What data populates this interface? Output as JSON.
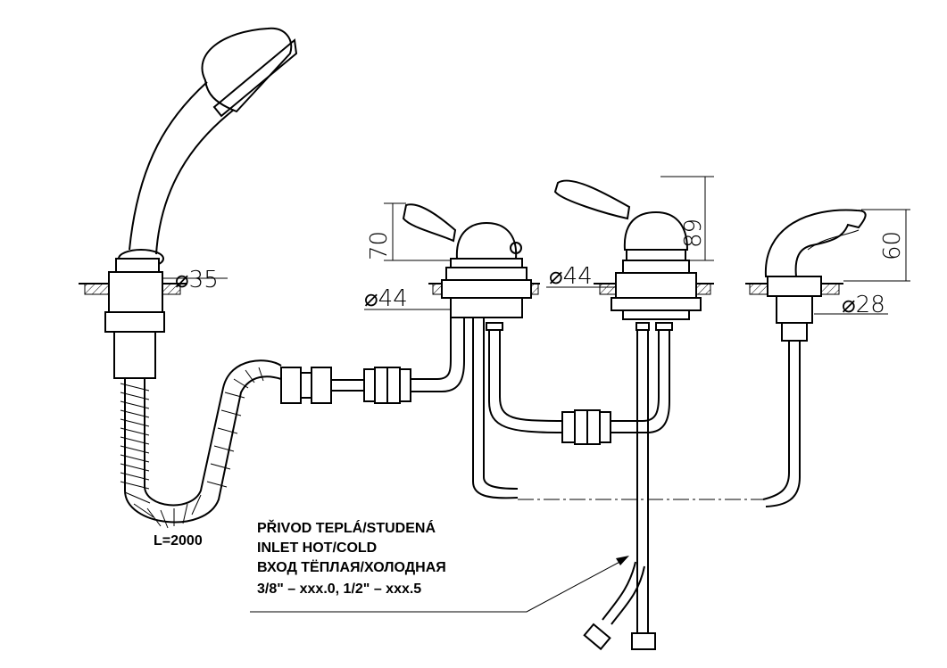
{
  "dimensions": {
    "shower_diameter": "⌀35",
    "valve1_height": "70",
    "valve1_diameter": "⌀44",
    "valve2_diameter": "⌀44",
    "valve2_height": "89",
    "spout_height": "60",
    "spout_diameter": "⌀28",
    "hose_length": "L=2000"
  },
  "note": {
    "line_cz": "PŘIVOD TEPLÁ/STUDENÁ",
    "line_en": "INLET HOT/COLD",
    "line_ru": "ВХОД ТЁПЛАЯ/ХОЛОДНАЯ",
    "line_sizes": "3/8\" – xxx.0, 1/2\" – xxx.5"
  }
}
